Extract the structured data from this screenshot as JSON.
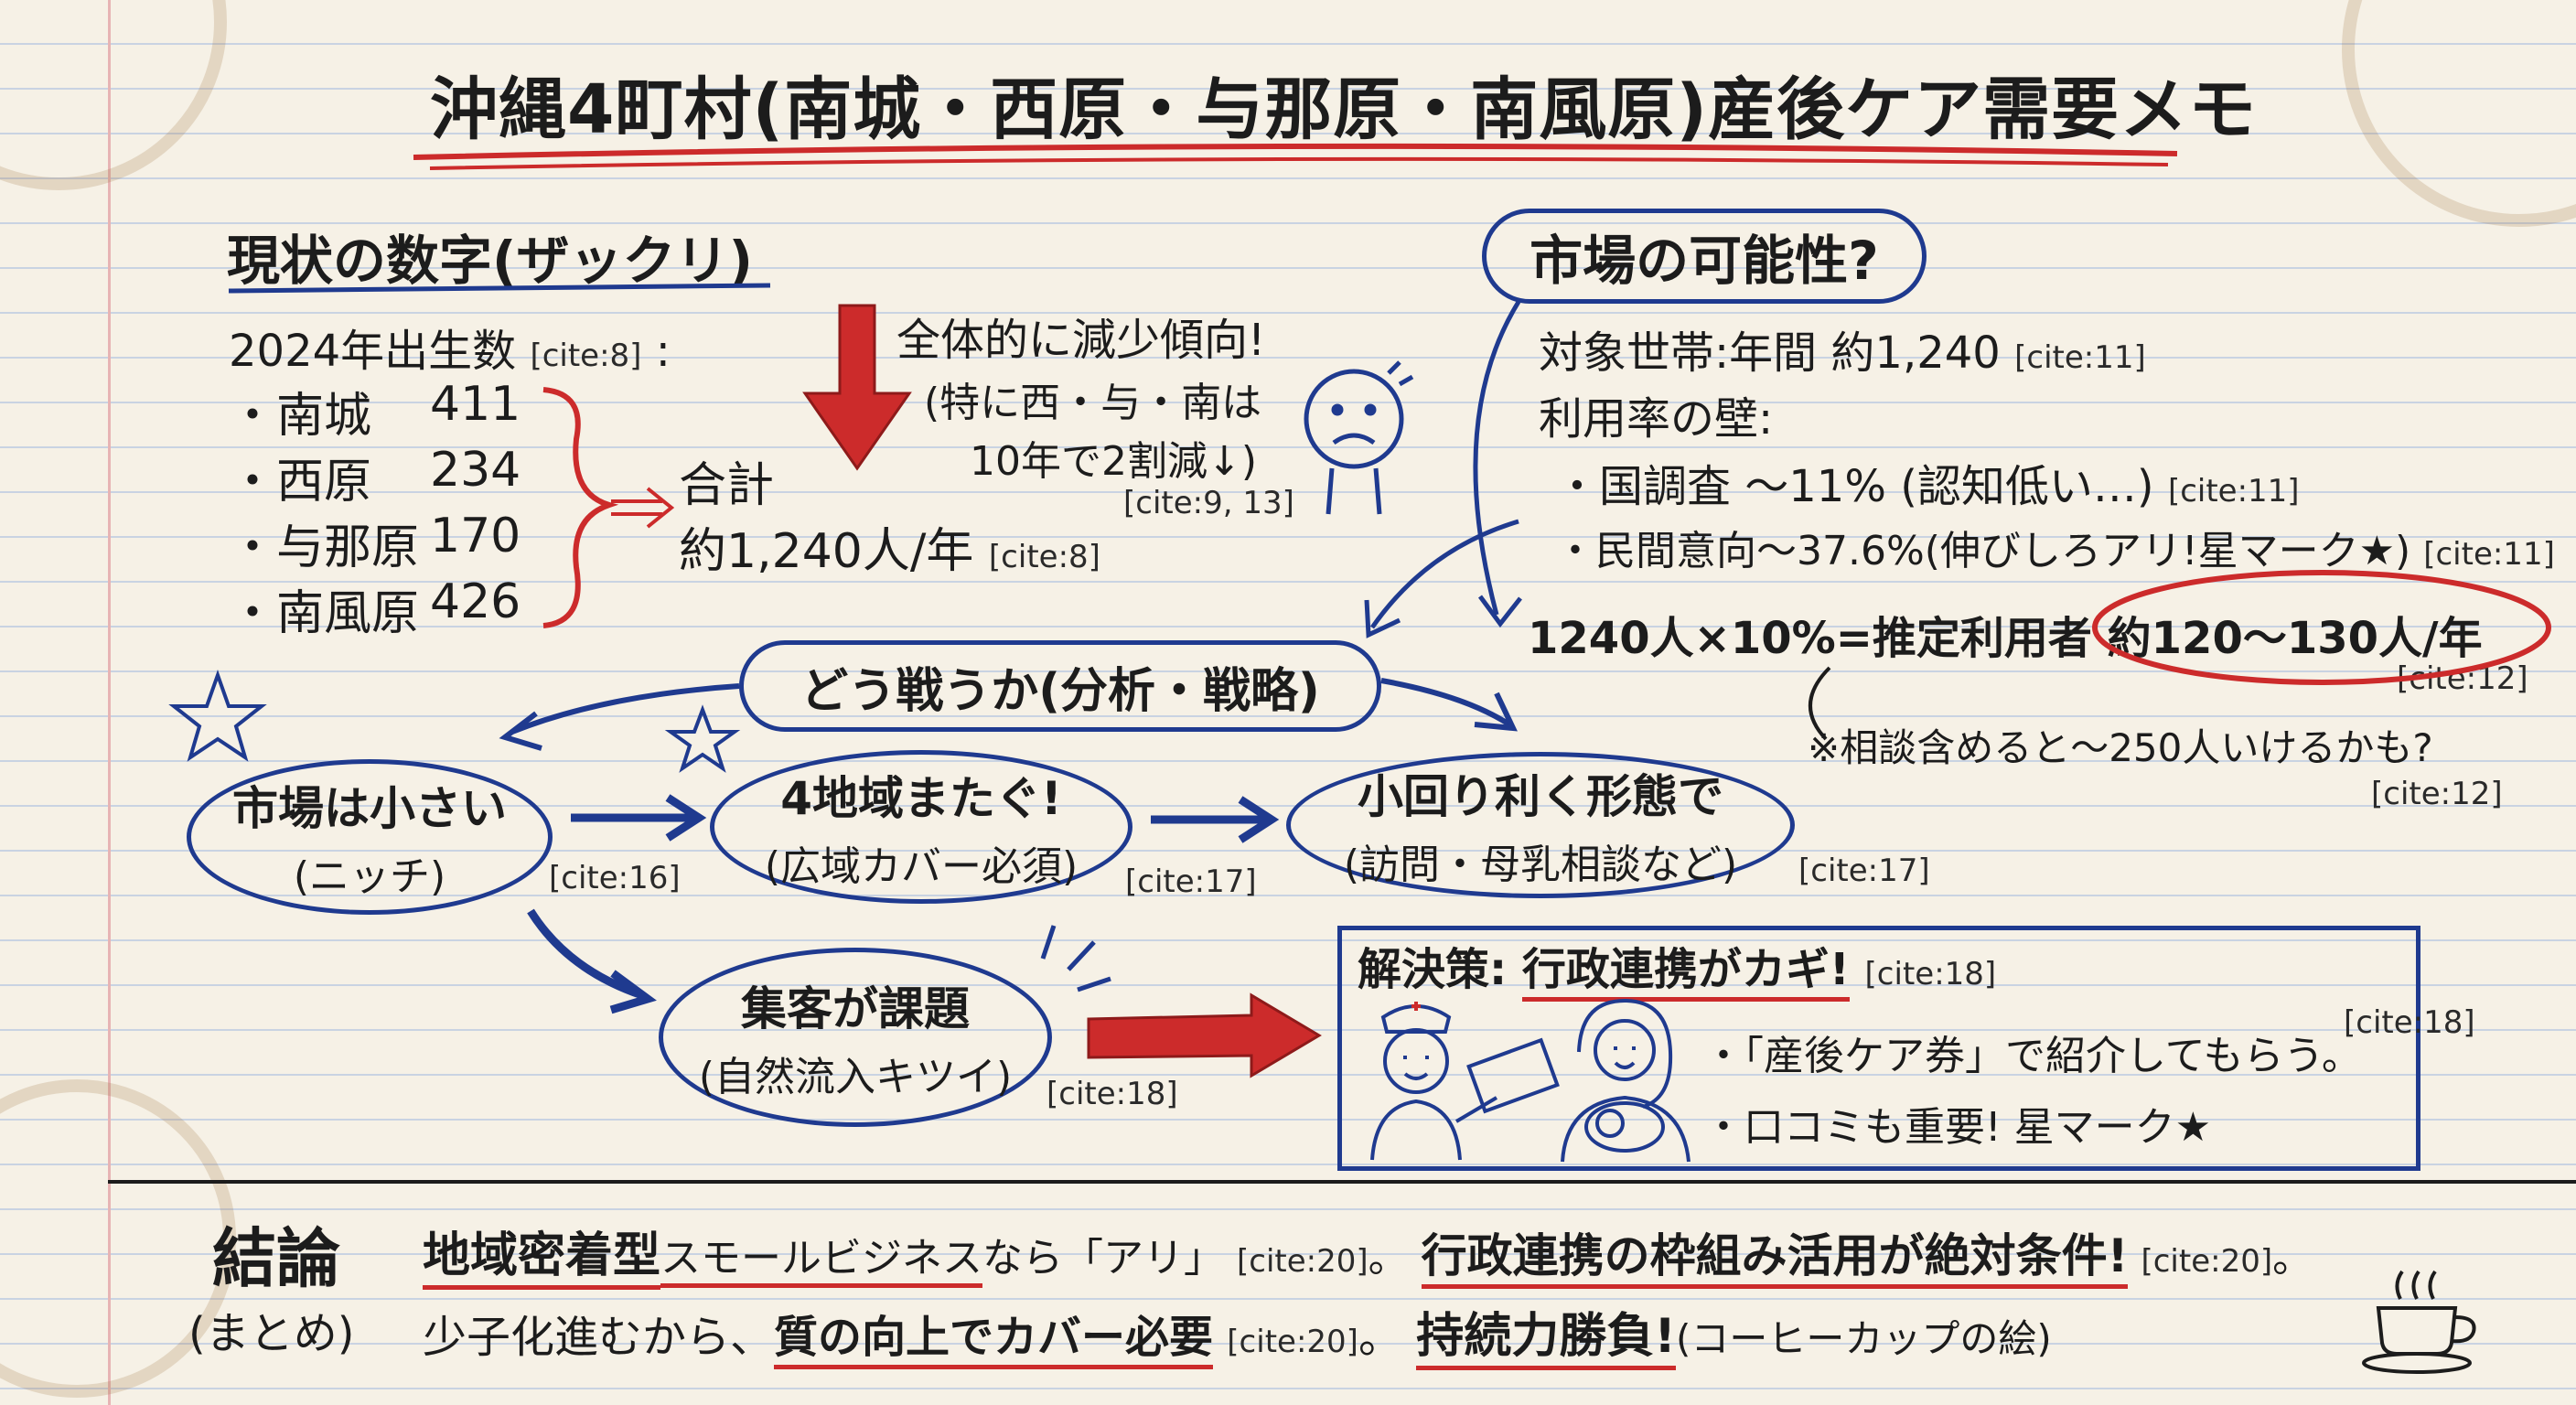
{
  "title": "沖縄4町村(南城・西原・与那原・南風原)産後ケア需要メモ",
  "current": {
    "heading": "現状の数字(ザックリ)",
    "births_label": "2024年出生数",
    "births_cite": "[cite:8]",
    "births_colon": ":",
    "towns": [
      {
        "name": "・南城",
        "value": "411"
      },
      {
        "name": "・西原",
        "value": "234"
      },
      {
        "name": "・与那原",
        "value": "170"
      },
      {
        "name": "・南風原",
        "value": "426"
      }
    ],
    "total_label": "合計",
    "total_value": "約1,240人/年",
    "total_cite": "[cite:8]"
  },
  "trend": {
    "line1": "全体的に減少傾向!",
    "line2": "(特に西・与・南は",
    "line3": "10年で2割減↓)",
    "cite": "[cite:9, 13]"
  },
  "market": {
    "heading": "市場の可能性?",
    "target": "対象世帯:年間 約1,240",
    "target_cite": "[cite:11]",
    "wall": "利用率の壁:",
    "national": "・国調査 〜11% (認知低い…)",
    "national_cite": "[cite:11]",
    "private": "・民間意向〜37.6%(伸びしろアリ!星マーク★)",
    "private_cite": "[cite:11]",
    "estimate_prefix": "1240人×10%=推定利用者",
    "estimate_value": "約120〜130人/年",
    "estimate_cite": "[cite:12]",
    "consult": "※相談含めると〜250人いけるかも?",
    "consult_cite": "[cite:12]"
  },
  "strategy": {
    "heading": "どう戦うか(分析・戦略)",
    "small_l1": "市場は小さい",
    "small_l2": "(ニッチ)",
    "small_cite": "[cite:16]",
    "wide_l1": "4地域またぐ!",
    "wide_l2": "(広域カバー必須)",
    "wide_cite": "[cite:17]",
    "form_l1": "小回り利く形態で",
    "form_l2": "(訪問・母乳相談など)",
    "form_cite": "[cite:17]",
    "attract_l1": "集客が課題",
    "attract_l2": "(自然流入キツイ)",
    "attract_cite": "[cite:18]"
  },
  "solution": {
    "heading": "解決策:",
    "heading_key": "行政連携がカギ!",
    "cite": "[cite:18]",
    "item1": "・「産後ケア券」で紹介してもらう。",
    "item1_cite": "[cite:18]",
    "item2": "・口コミも重要! 星マーク★"
  },
  "conclusion": {
    "label1": "結論",
    "label2": "(まとめ)",
    "l1_a": "地域密着型",
    "l1_b": "スモールビジネス",
    "l1_c": "なら「アリ」",
    "l1_cite1": "[cite:20]",
    "l1_d": "。",
    "l1_e": "行政連携の枠組み活用が絶対条件!",
    "l1_cite2": "[cite:20]",
    "l1_f": "。",
    "l2_a": "少子化進むから、",
    "l2_b": "質の向上でカバー必要",
    "l2_cite": "[cite:20]",
    "l2_c": "。",
    "l2_d": "持続力勝負!",
    "l2_e": "(コーヒーカップの絵)"
  },
  "icons": [
    "star-icon",
    "sad-face-icon",
    "nurse-icon",
    "mother-baby-icon",
    "coffee-cup-icon",
    "down-arrow-icon",
    "right-arrow-icon"
  ],
  "colors": {
    "ink_blue": "#1f3a8f",
    "ink_red": "#cc2b2b",
    "ink_black": "#1c1c1c",
    "paper": "#f6f1e6"
  }
}
